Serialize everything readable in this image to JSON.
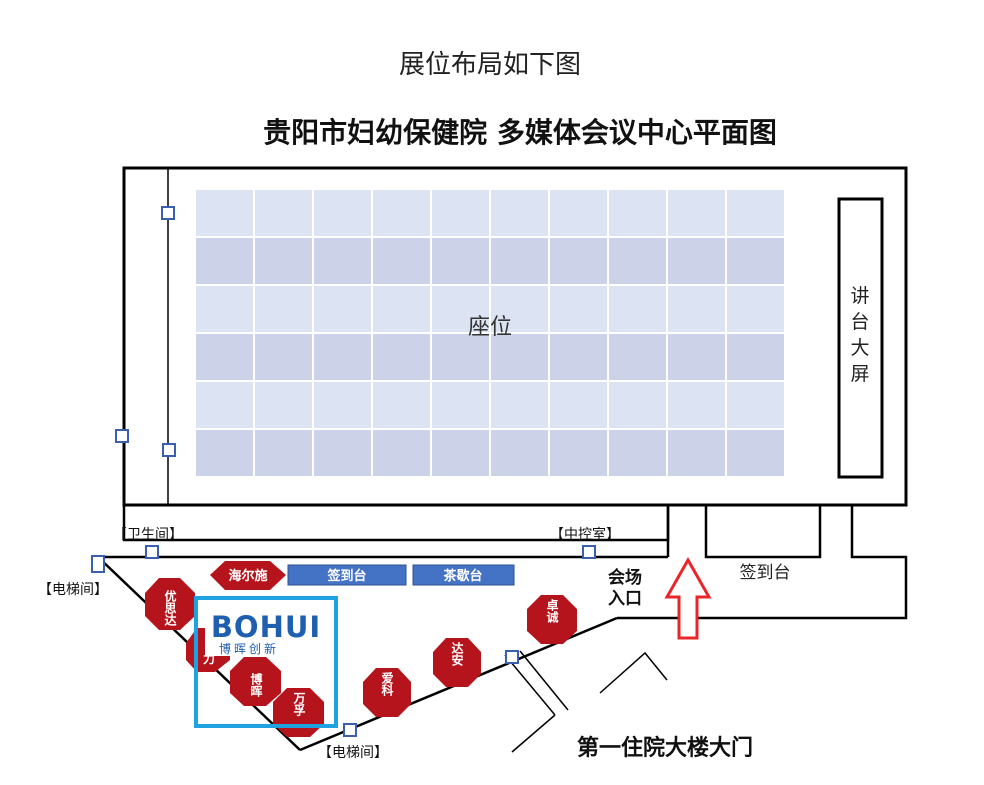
{
  "heading": "展位布局如下图",
  "plan_title": "贵阳市妇幼保健院  多媒体会议中心平面图",
  "seating_label": "座位",
  "screen_label": [
    "讲",
    "台",
    "大",
    "屏"
  ],
  "room_labels": {
    "restroom": "【卫生间】",
    "control_room": "【中控室】",
    "elevator_left": "【电梯间】",
    "elevator_bottom": "【电梯间】",
    "signin_right": "签到台",
    "entrance_line1": "会场",
    "entrance_line2": "入口",
    "main_gate": "第一住院大楼大门"
  },
  "desks": {
    "signin": "签到台",
    "tea_break": "茶歇台"
  },
  "booths": {
    "haier": "海尔施",
    "yousida": "优思达",
    "wanfu_partial": "力",
    "bohui": "博晖",
    "wanfu": "万孚",
    "aike": "爱科",
    "daan": "达安",
    "zhuocheng": "卓诚"
  },
  "logo": {
    "wordmark": "BOHUI",
    "tagline": "博晖创新"
  },
  "colors": {
    "booth_red": "#b5141c",
    "desk_blue": "#4472c4",
    "highlight_cyan": "#1fa3e0",
    "arrow_red": "#e8262a",
    "seat_light": "#dce3f3",
    "seat_mid": "#ccd3e9"
  }
}
